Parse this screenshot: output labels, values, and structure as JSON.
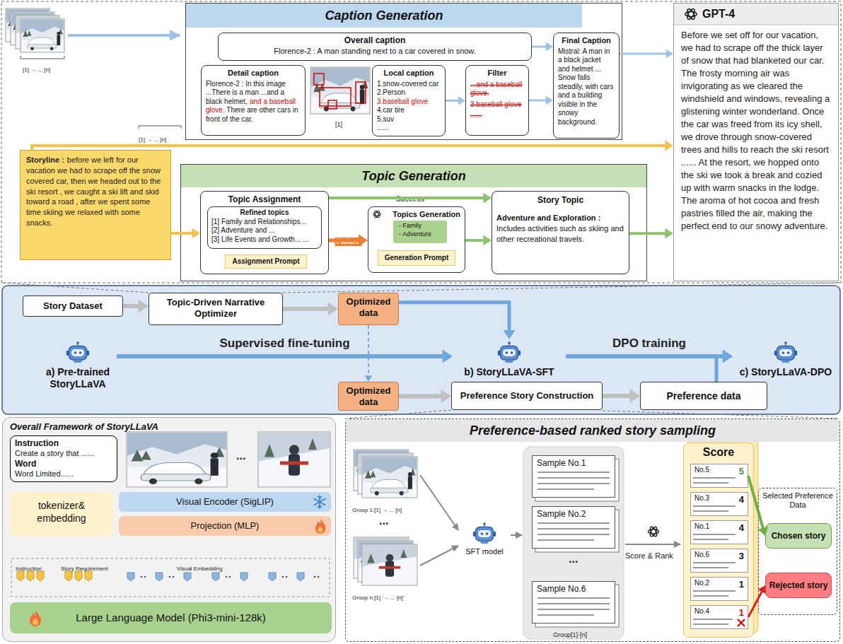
{
  "diagram": {
    "nodes": [
      {
        "text": [
          "Caption Generation"
        ]
      },
      {
        "text": [
          "Overall caption",
          "Florence-2 : A man standing next to a car covered in snow."
        ],
        "in": 0
      },
      {
        "text": [
          "Detail caption",
          "Florence-2 : In this image ...There is a man ...and a black helmet,",
          "and a baseball glove",
          ". There are other cars in front of the car."
        ],
        "in": 0
      },
      {
        "text": [
          "Local caption",
          "1.snow-covered car",
          "2.Person",
          "3.baseball glove",
          "4.car tire",
          "5.suv",
          "......"
        ],
        "in": 0
      },
      {
        "text": [
          "Filter",
          "...and a baseball glove.",
          "3.baseball glove",
          "......"
        ],
        "in": 0
      },
      {
        "text": [
          "Final Caption",
          "Mistral: A man in a black jacket and helmet ... Snow falls steadily, with cars and a building visible in the snowy background."
        ],
        "in": 0
      },
      {
        "text": [
          "GPT-4",
          "Before we set off for our vacation, we had to scrape off the thick layer of snow that had blanketed our car. The frosty morning air was invigorating as we cleared the windshield and windows, revealing a glistening winter wonderland. Once the car was freed from its icy shell, we drove through snow-covered trees and hills to reach the ski resort ...... At the resort, we hopped onto the ski we took a break and cozied up with warm snacks in the lodge. The aroma of hot cocoa and fresh pastries filled the air, making the perfect end to our snowy adventure."
        ]
      },
      {
        "text": [
          "Storyline :",
          "before we left for our vacation we had to scrape off the snow covered car, then we headed out to the ski resort , we caught a ski lift and skid toward a road , after we spent some time skiing we relaxed with some snacks."
        ]
      },
      {
        "text": [
          "Topic Generation"
        ]
      },
      {
        "text": [
          "Topic Assignment"
        ],
        "in": 8
      },
      {
        "text": [
          "Refined topics",
          "[1] Family and Relationships...",
          "[2] Adventure and ...",
          "[3] Life Events and Growth... ..."
        ],
        "in": 9
      },
      {
        "text": [
          "Assignment Prompt"
        ],
        "in": 9
      },
      {
        "text": [
          "Topics Generation"
        ],
        "in": 8
      },
      {
        "text": [
          "- Family",
          "- Adventure"
        ],
        "in": 12
      },
      {
        "text": [
          "Generation Prompt"
        ],
        "in": 12
      },
      {
        "text": [
          "Story Topic",
          "Adventure and Exploration :",
          "Includes activities such as skiing and other recreational travels."
        ],
        "in": 8
      },
      {
        "text": [
          "Story Dataset"
        ]
      },
      {
        "text": [
          "Topic-Driven Narrative Optimizer"
        ]
      },
      {
        "text": [
          "Optimized data"
        ]
      },
      {
        "text": [
          "a) Pre-trained StoryLLaVA"
        ]
      },
      {
        "text": [
          "b) StoryLLaVA-SFT"
        ]
      },
      {
        "text": [
          "c) StoryLLaVA-DPO"
        ]
      },
      {
        "text": [
          "Optimized data"
        ]
      },
      {
        "text": [
          "Preference Story Construction"
        ]
      },
      {
        "text": [
          "Preference data"
        ]
      },
      {
        "text": [
          "Overall Framework of StoryLLaVA"
        ]
      },
      {
        "text": [
          "Instruction",
          "Create a story that ......",
          "Word",
          "Word Limited......"
        ],
        "in": 25
      },
      {
        "text": [
          "tokenizer& embedding"
        ],
        "in": 25
      },
      {
        "text": [
          "Visual Encoder (SigLIP)"
        ],
        "in": 25
      },
      {
        "text": [
          "Projection (MLP)"
        ],
        "in": 25
      },
      {
        "text": [
          "Large Language Model (Phi3-mini-128k)"
        ],
        "in": 25
      },
      {
        "text": [
          "Preference-based ranked story sampling"
        ]
      },
      {
        "text": [
          "SFT model"
        ],
        "in": 31
      },
      {
        "text": [
          "Sample No.1"
        ],
        "in": 31
      },
      {
        "text": [
          "Sample No.2"
        ],
        "in": 31
      },
      {
        "text": [
          "Sample No.6"
        ],
        "in": 31
      },
      {
        "text": [
          "Score"
        ],
        "in": 31
      },
      {
        "text": [
          "No.5",
          "5"
        ],
        "in": 36
      },
      {
        "text": [
          "No.3",
          "4"
        ],
        "in": 36
      },
      {
        "text": [
          "No.1",
          "4"
        ],
        "in": 36
      },
      {
        "text": [
          "No.6",
          "3"
        ],
        "in": 36
      },
      {
        "text": [
          "No.2",
          "1"
        ],
        "in": 36
      },
      {
        "text": [
          "No.4",
          "1"
        ],
        "in": 36
      },
      {
        "text": [
          "Selected Preference Data"
        ],
        "in": 31
      },
      {
        "text": [
          "Chosen story"
        ],
        "in": 43
      },
      {
        "text": [
          "Rejected story"
        ],
        "in": 43
      }
    ],
    "edges": [
      {
        "from": 1,
        "to": 5,
        "arrow": "to"
      },
      {
        "from": 3,
        "to": 4,
        "arrow": "to"
      },
      {
        "from": 4,
        "to": 5,
        "arrow": "to"
      },
      {
        "from": 5,
        "to": 6,
        "arrow": "to"
      },
      {
        "from": 7,
        "to": 6,
        "arrow": "to"
      },
      {
        "from": 7,
        "to": 9,
        "arrow": "to"
      },
      {
        "from": 9,
        "to": 12,
        "label": "Failure",
        "arrow": "to"
      },
      {
        "from": 9,
        "to": 15,
        "label": "Success",
        "arrow": "to"
      },
      {
        "from": 12,
        "to": 15,
        "arrow": "to"
      },
      {
        "from": 15,
        "to": 6,
        "arrow": "to"
      },
      {
        "from": 16,
        "to": 17,
        "arrow": "to"
      },
      {
        "from": 17,
        "to": 18,
        "arrow": "to"
      },
      {
        "from": 18,
        "to": 20,
        "arrow": "to"
      },
      {
        "from": 19,
        "to": 20,
        "label": "Supervised fine-tuning",
        "arrow": "to"
      },
      {
        "from": 20,
        "to": 21,
        "label": "DPO training",
        "arrow": "to"
      },
      {
        "from": 18,
        "to": 22,
        "arrow": "to"
      },
      {
        "from": 22,
        "to": 23,
        "arrow": "to"
      },
      {
        "from": 23,
        "to": 24,
        "arrow": "to"
      },
      {
        "from": 24,
        "to": 21,
        "arrow": "to"
      },
      {
        "from": 37,
        "to": 44,
        "arrow": "to"
      },
      {
        "from": 42,
        "to": 45,
        "arrow": "to"
      }
    ],
    "labels": [
      "[1] → ... [n]",
      "[1]",
      "[1] → ... [n]",
      "Instruction",
      "Story Requirement",
      "Visual Embedding",
      "...",
      "Group 1:[1] → ... [n]",
      "...",
      "Group n:[1] '→ ... [n]'",
      "...",
      "Group[1]-[n]",
      "Score & Rank"
    ]
  }
}
